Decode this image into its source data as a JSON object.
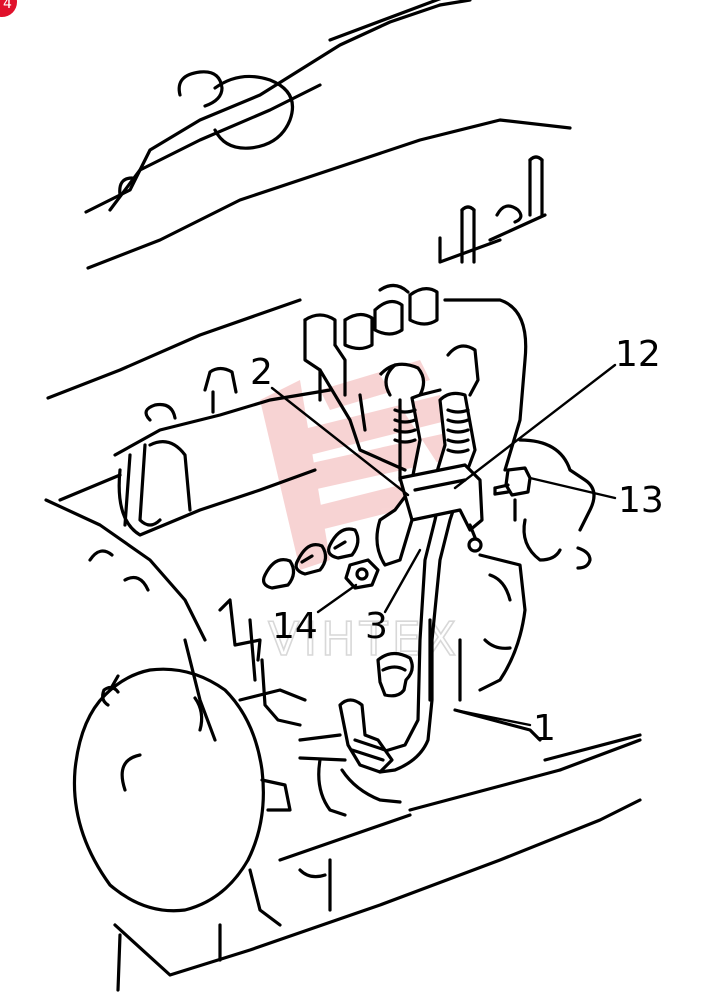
{
  "diagram": {
    "callouts": [
      "2",
      "12",
      "13",
      "14",
      "3",
      "1"
    ],
    "corner_badge": "4",
    "watermark": "VIHTEX",
    "colors": {
      "line": "#000000",
      "background": "#ffffff",
      "watermark_logo": "#f2b0b0",
      "watermark_text": "#d8d8d8",
      "badge": "#e0112b"
    }
  }
}
